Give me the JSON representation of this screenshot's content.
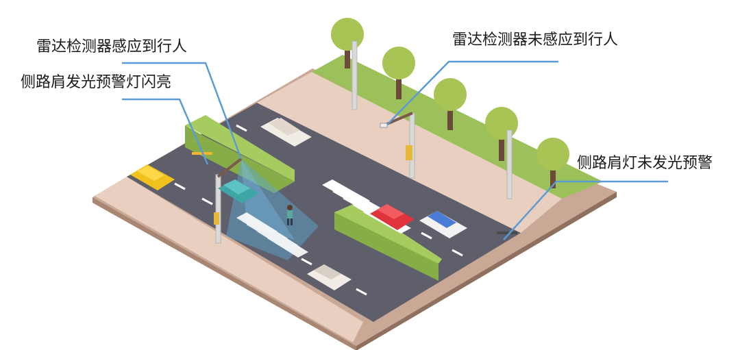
{
  "callouts": {
    "radar_detected": "雷达检测器感应到行人",
    "shoulder_flash": "侧路肩发光预警灯闪亮",
    "radar_not_detected": "雷达检测器未感应到行人",
    "shoulder_not_flash": "侧路肩灯未发光预警"
  },
  "colors": {
    "callout_line": "#5b9bd5",
    "road": "#5f5f6b",
    "sidewalk": "#e8cfc0",
    "grass": "#9cc15a",
    "median": "#98bf57",
    "radar_beam": "#5aa8d8",
    "crosswalk": "#ffffff"
  }
}
